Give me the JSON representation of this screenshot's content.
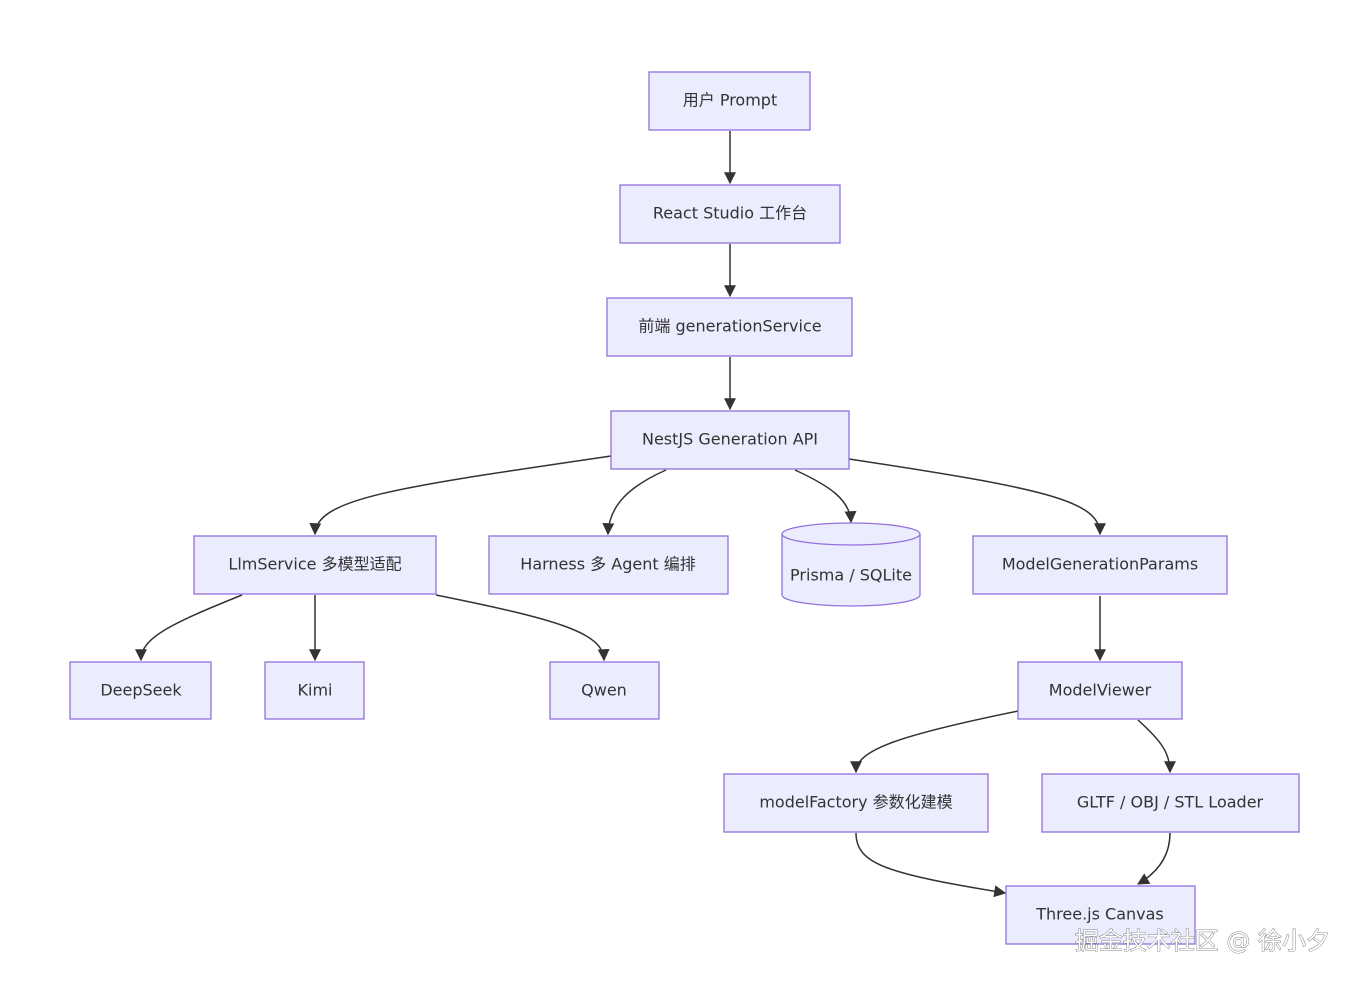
{
  "diagram": {
    "nodes": {
      "prompt": "用户 Prompt",
      "studio": "React Studio 工作台",
      "genservice": "前端 generationService",
      "api": "NestJS Generation API",
      "llm": "LlmService 多模型适配",
      "harness": "Harness 多 Agent 编排",
      "prisma": "Prisma / SQLite",
      "params": "ModelGenerationParams",
      "deepseek": "DeepSeek",
      "kimi": "Kimi",
      "qwen": "Qwen",
      "viewer": "ModelViewer",
      "factory": "modelFactory 参数化建模",
      "loader": "GLTF / OBJ / STL Loader",
      "canvas": "Three.js Canvas"
    },
    "edges": [
      {
        "from": "prompt",
        "to": "studio"
      },
      {
        "from": "studio",
        "to": "genservice"
      },
      {
        "from": "genservice",
        "to": "api"
      },
      {
        "from": "api",
        "to": "llm"
      },
      {
        "from": "api",
        "to": "harness"
      },
      {
        "from": "api",
        "to": "prisma"
      },
      {
        "from": "api",
        "to": "params"
      },
      {
        "from": "llm",
        "to": "deepseek"
      },
      {
        "from": "llm",
        "to": "kimi"
      },
      {
        "from": "llm",
        "to": "qwen"
      },
      {
        "from": "params",
        "to": "viewer"
      },
      {
        "from": "viewer",
        "to": "factory"
      },
      {
        "from": "viewer",
        "to": "loader"
      },
      {
        "from": "factory",
        "to": "canvas"
      },
      {
        "from": "loader",
        "to": "canvas"
      }
    ]
  },
  "watermark": "掘金技术社区 @ 徐小夕",
  "colors": {
    "node_fill": "#ECECFF",
    "node_stroke": "#9370DB",
    "edge": "#333333",
    "text": "#333333"
  }
}
